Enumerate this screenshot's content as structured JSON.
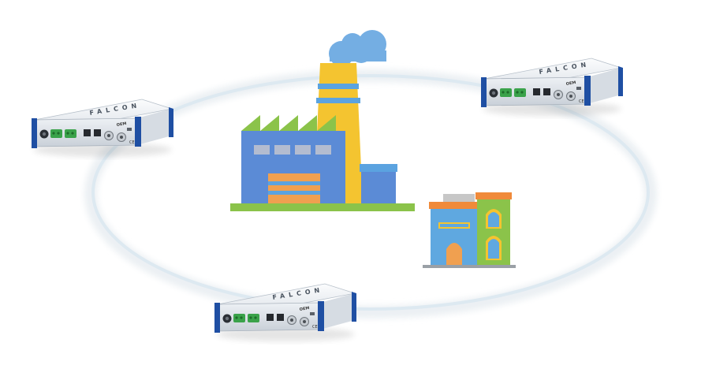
{
  "devices": [
    {
      "id": "device-left",
      "brand": "FALCON",
      "model": "OEM"
    },
    {
      "id": "device-right",
      "brand": "FALCON",
      "model": "OEM"
    },
    {
      "id": "device-bottom",
      "brand": "FALCON",
      "model": "OEM"
    }
  ],
  "colors": {
    "ring": "#dde9f1",
    "factory_wall": "#5b8bd6",
    "chimney": "#f4c430",
    "smoke": "#74aee3",
    "roof_teeth": "#8bc34a",
    "ground": "#8bc34a",
    "door": "#f0a050",
    "building_left": "#5fa8e0",
    "building_right": "#8bc34a",
    "building_trim": "#f08a3a",
    "device_body": "#f1f3f6",
    "device_endcap": "#1f4fa3",
    "terminal_block": "#3aa24a"
  },
  "icons": {
    "factory": "factory-icon",
    "building": "building-icon"
  }
}
